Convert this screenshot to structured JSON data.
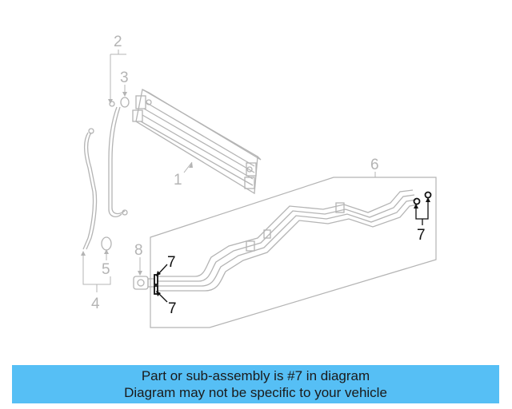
{
  "callouts": {
    "c1": "1",
    "c2": "2",
    "c3": "3",
    "c4": "4",
    "c5": "5",
    "c6": "6",
    "c7a": "7",
    "c7b": "7",
    "c7c": "7",
    "c8": "8"
  },
  "banner": {
    "line1": "Part or sub-assembly is #7 in diagram",
    "line2": "Diagram may not be specific to your vehicle",
    "color": "#56bff5"
  },
  "colors": {
    "highlight": "#111111",
    "faded": "#b4b4b4"
  }
}
